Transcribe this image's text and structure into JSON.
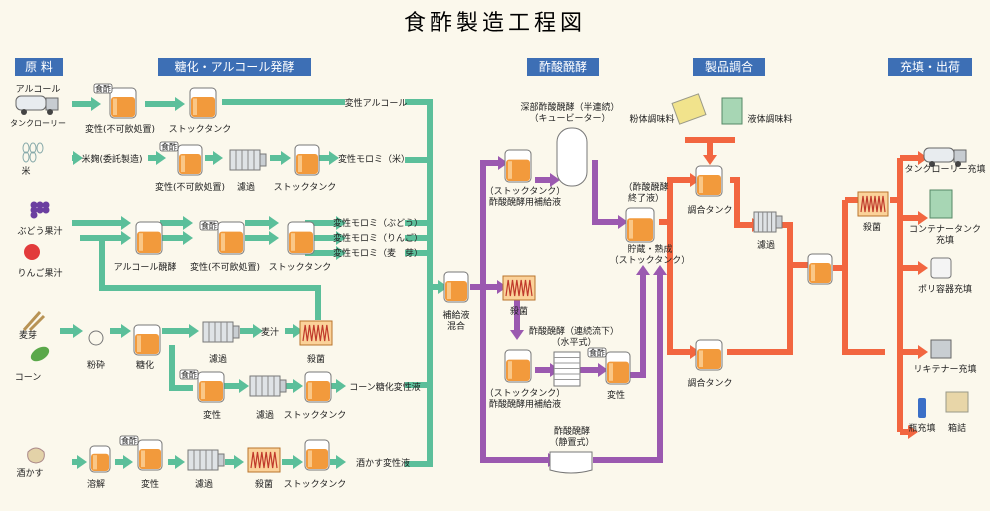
{
  "title": "食酢製造工程図",
  "sections": {
    "raw": "原 料",
    "sacch": "糖化・アルコール発酵",
    "acetic": "酢酸醗酵",
    "blend": "製品調合",
    "fill": "充填・出荷"
  },
  "inputs": {
    "alcohol": "アルコール",
    "tanker_lorry": "タンクローリー",
    "rice": "米",
    "grape": "ぶどう果汁",
    "apple": "りんご果汁",
    "malt": "麦芽",
    "corn": "コーン",
    "sake_lees": "酒かす"
  },
  "steps": {
    "denature_nondrink": "変性(不可飲処置)",
    "stock_tank": "ストックタンク",
    "rice_koji": "米麹(委託製造)",
    "filtration": "濾過",
    "alcohol_ferment": "アルコール醗酵",
    "crush": "粉砕",
    "saccharify": "糖化",
    "wort": "麦汁",
    "sterilize": "殺菌",
    "denature": "変性",
    "dissolve": "溶解",
    "supplement_mix": "補給液\n混合"
  },
  "outputs": {
    "denatured_alcohol": "変性アルコール",
    "moromi_rice": "変性モロミ（米）",
    "moromi_grape": "変性モロミ（ぶどう）",
    "moromi_apple": "変性モロミ（りんご）",
    "moromi_malt": "変性モロミ（麦　芽）",
    "corn_liquid": "コーン糖化変性液",
    "lees_liquid": "酒かす変性液"
  },
  "acetic": {
    "submerged": "深部酢酸醗酵（半連続）\n（キュービーター）",
    "stock_supply": "（ストックタンク）\n酢酸醗酵用補給液",
    "sterilize": "殺菌",
    "continuous": "酢酸醗酵（連続流下）\n（水平式）",
    "stock_supply2": "（ストックタンク）\n酢酸醗酵用補給液",
    "denature": "変性",
    "static": "酢酸醗酵\n（静置式）",
    "done": "（酢酸醗酵\n終了液）",
    "aging": "貯蔵・熟成\n（ストックタンク）"
  },
  "blend": {
    "powder": "粉体調味料",
    "liquid": "液体調味料",
    "tank": "調合タンク",
    "filtration": "濾過",
    "tank2": "調合タンク",
    "sterilize": "殺菌"
  },
  "fill": {
    "lorry": "タンクローリー充填",
    "container": "コンテナータンク\n充填",
    "poly": "ポリ容器充填",
    "liquitainer": "リキテナー充填",
    "bottle": "瓶充填",
    "box": "箱詰"
  },
  "badge": "食酢",
  "colors": {
    "green": "#5bbf9a",
    "purple": "#9b59b0",
    "red": "#f26640",
    "header": "#3d6fb5",
    "tank": "#f29a3c"
  }
}
